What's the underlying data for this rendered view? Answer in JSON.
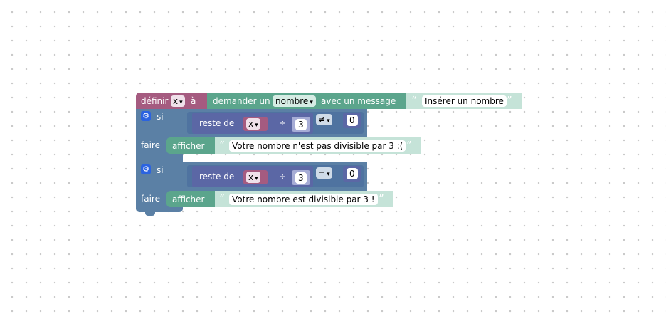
{
  "colors": {
    "variables": "#a55b80",
    "text": "#5ba58c",
    "math": "#5b67a5",
    "logic": "#5b80a5",
    "control": "#5b80a5"
  },
  "set_block": {
    "label_set": "définir",
    "var_name": "x",
    "label_to": "à",
    "prompt_label": "demander un",
    "prompt_type": "nombre",
    "prompt_with": "avec un message",
    "prompt_text": "Insérer un nombre"
  },
  "if_block_1": {
    "label_if": "si",
    "label_do": "faire",
    "remainder_label": "reste de",
    "var_name": "x",
    "operator_divide": "÷",
    "divisor": "3",
    "comparison": "≠",
    "compare_value": "0",
    "print_label": "afficher",
    "print_text": "Votre nombre n'est pas divisible par 3 :("
  },
  "if_block_2": {
    "label_if": "si",
    "label_do": "faire",
    "remainder_label": "reste de",
    "var_name": "x",
    "operator_divide": "÷",
    "divisor": "3",
    "comparison": "=",
    "compare_value": "0",
    "print_label": "afficher",
    "print_text": "Votre nombre est divisible par 3 !"
  },
  "icons": {
    "dropdown": "▾",
    "gear": "⚙",
    "quote_open": "“",
    "quote_close": "”"
  }
}
